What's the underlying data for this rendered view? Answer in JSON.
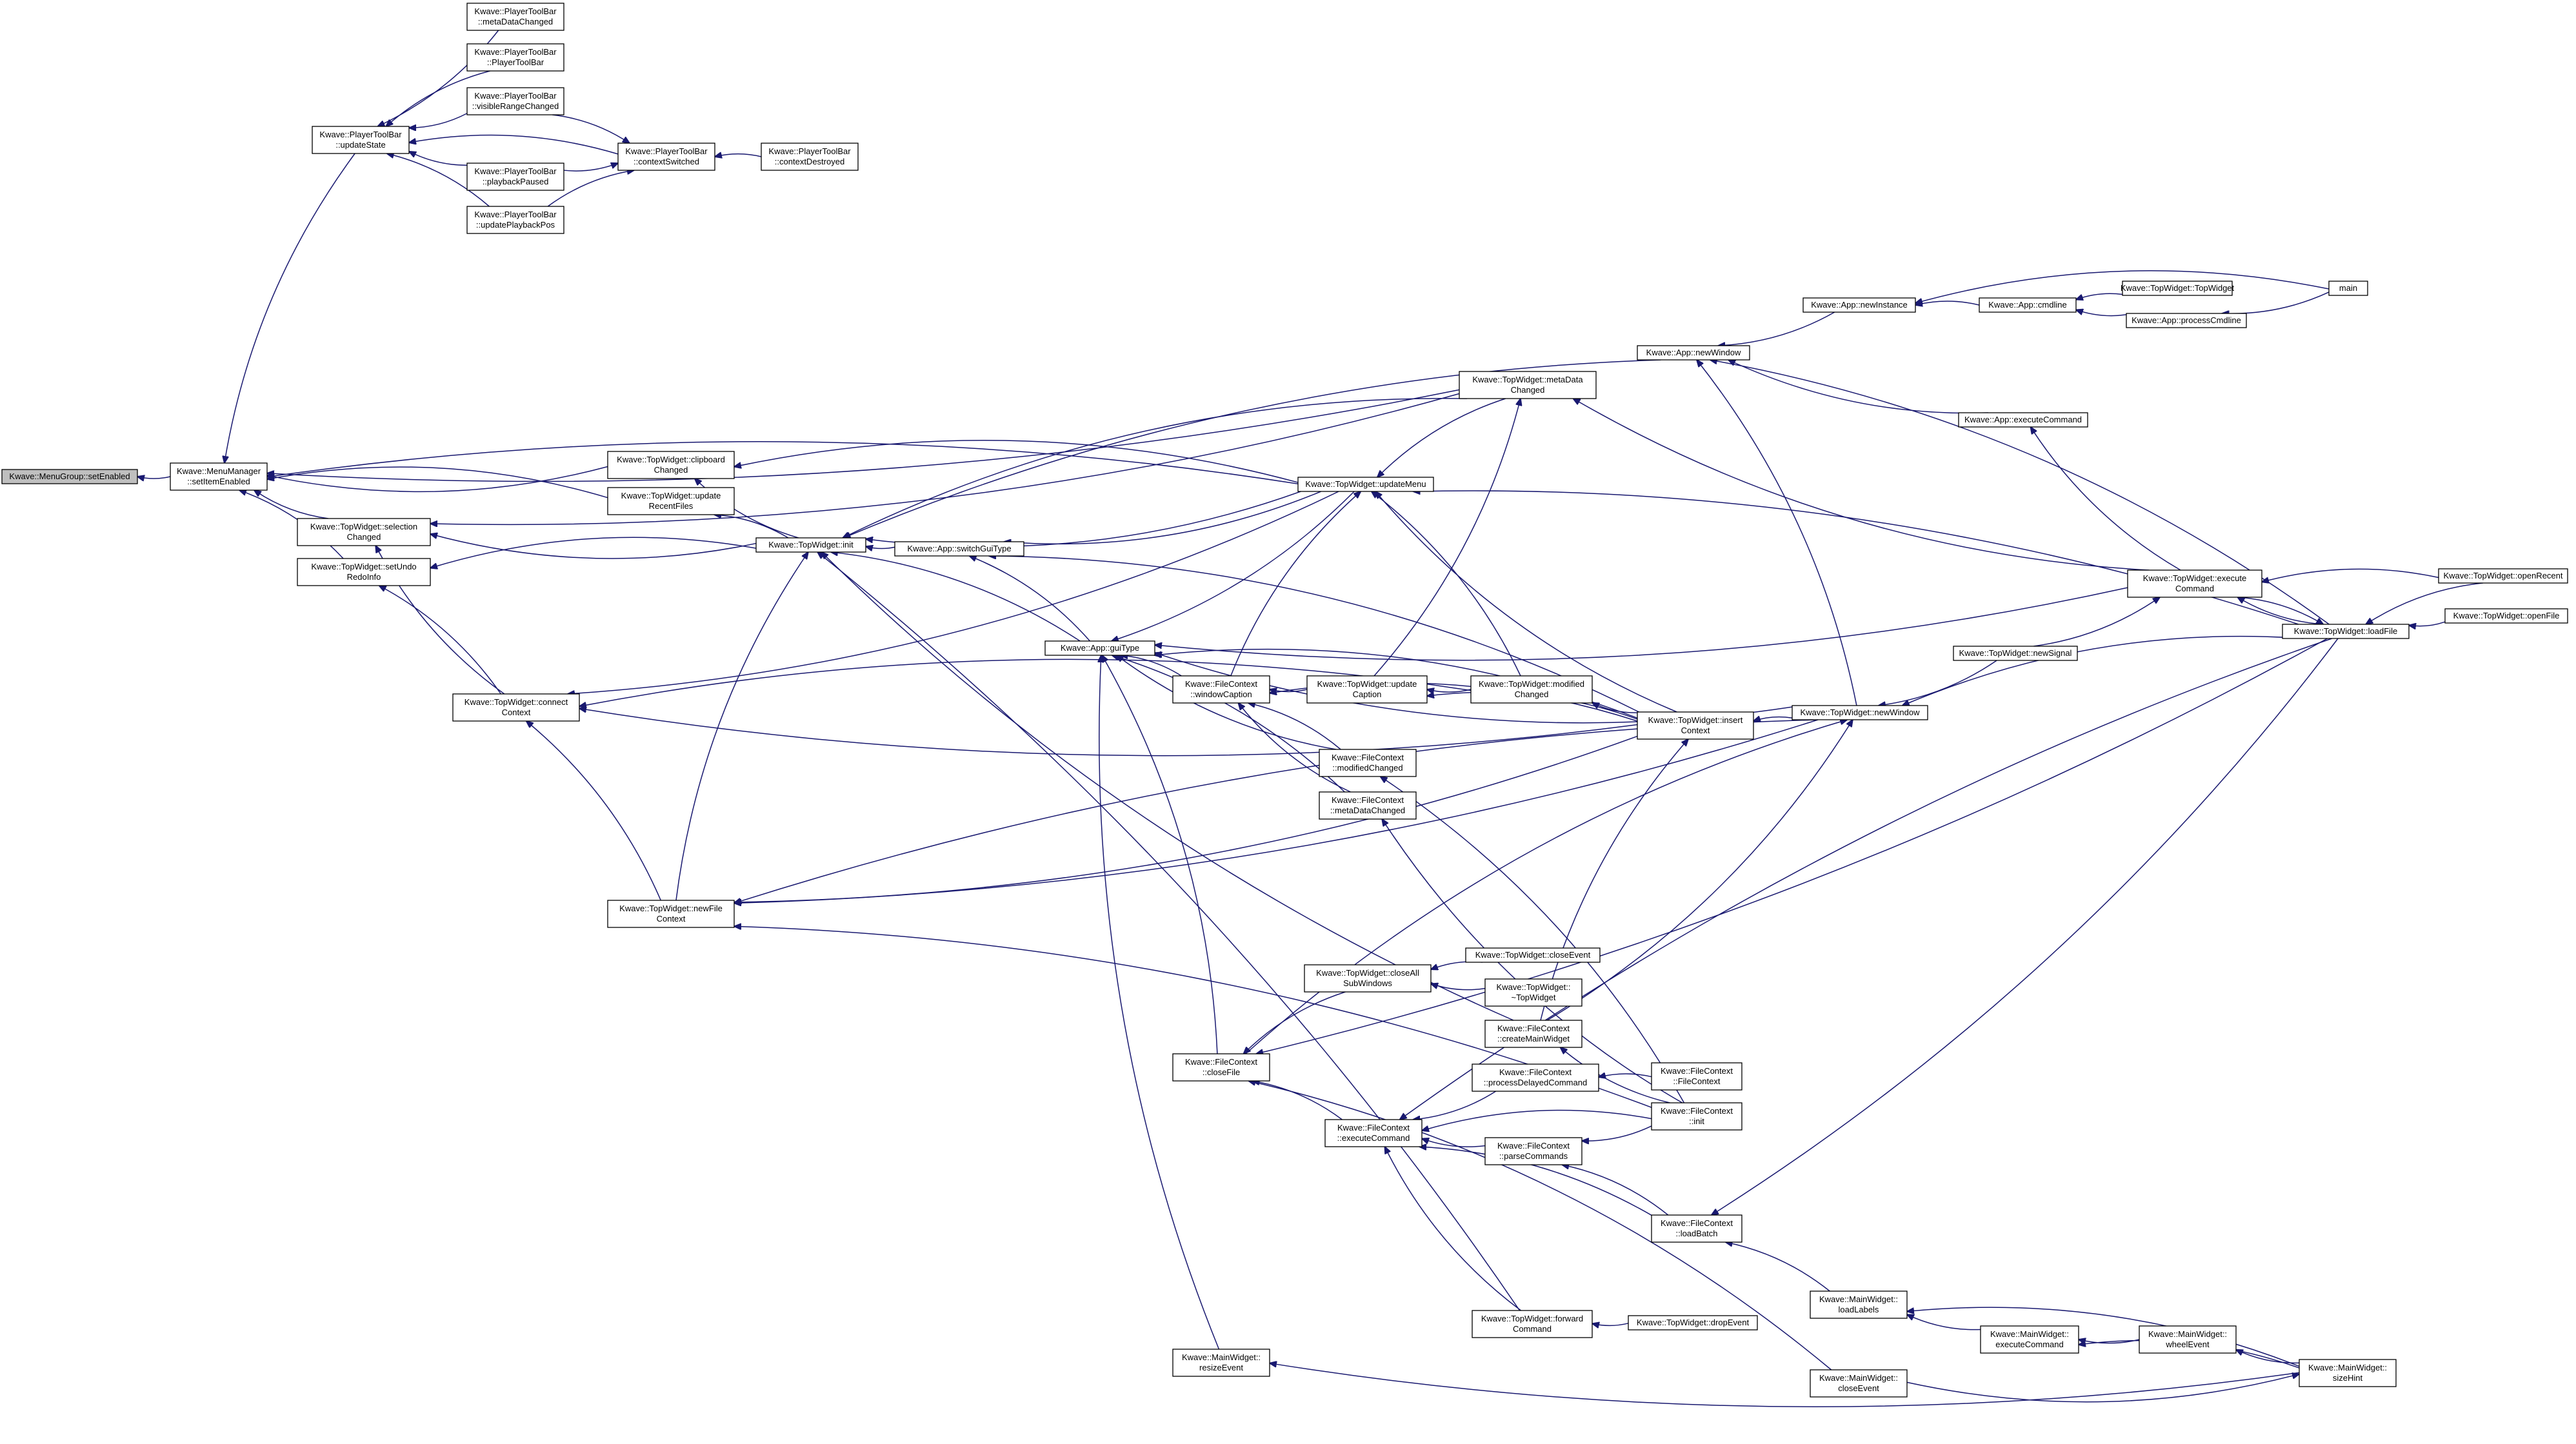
{
  "colors": {
    "edge": "#191970",
    "node_fill": "#ffffff",
    "root_fill": "#bfbfbf",
    "node_stroke": "#000000",
    "text": "#000000"
  },
  "nodes": [
    {
      "id": "n0",
      "lines": [
        "Kwave::MenuGroup::setEnabled"
      ],
      "root": true
    },
    {
      "id": "n1",
      "lines": [
        "Kwave::MenuManager",
        "::setItemEnabled"
      ]
    },
    {
      "id": "n2",
      "lines": [
        "Kwave::PlayerToolBar",
        "::updateState"
      ]
    },
    {
      "id": "n3",
      "lines": [
        "Kwave::PlayerToolBar",
        "::metaDataChanged"
      ]
    },
    {
      "id": "n4",
      "lines": [
        "Kwave::PlayerToolBar",
        "::PlayerToolBar"
      ]
    },
    {
      "id": "n5",
      "lines": [
        "Kwave::PlayerToolBar",
        "::visibleRangeChanged"
      ]
    },
    {
      "id": "n6",
      "lines": [
        "Kwave::PlayerToolBar",
        "::contextSwitched"
      ]
    },
    {
      "id": "n7",
      "lines": [
        "Kwave::PlayerToolBar",
        "::contextDestroyed"
      ]
    },
    {
      "id": "n8",
      "lines": [
        "Kwave::PlayerToolBar",
        "::playbackPaused"
      ]
    },
    {
      "id": "n9",
      "lines": [
        "Kwave::PlayerToolBar",
        "::updatePlaybackPos"
      ]
    },
    {
      "id": "n10",
      "lines": [
        "Kwave::TopWidget::clipboard",
        "Changed"
      ]
    },
    {
      "id": "n11",
      "lines": [
        "Kwave::TopWidget::update",
        "RecentFiles"
      ]
    },
    {
      "id": "n12",
      "lines": [
        "Kwave::TopWidget::selection",
        "Changed"
      ]
    },
    {
      "id": "n13",
      "lines": [
        "Kwave::TopWidget::setUndo",
        "RedoInfo"
      ]
    },
    {
      "id": "n14",
      "lines": [
        "Kwave::TopWidget::init"
      ]
    },
    {
      "id": "n15",
      "lines": [
        "Kwave::App::switchGuiType"
      ]
    },
    {
      "id": "n16",
      "lines": [
        "Kwave::TopWidget::connect",
        "Context"
      ]
    },
    {
      "id": "n17",
      "lines": [
        "Kwave::TopWidget::newFile",
        "Context"
      ]
    },
    {
      "id": "n18",
      "lines": [
        "Kwave::App::guiType"
      ]
    },
    {
      "id": "n19",
      "lines": [
        "Kwave::TopWidget::metaData",
        "Changed"
      ]
    },
    {
      "id": "n20",
      "lines": [
        "Kwave::TopWidget::updateMenu"
      ]
    },
    {
      "id": "n21",
      "lines": [
        "Kwave::FileContext",
        "::windowCaption"
      ]
    },
    {
      "id": "n22",
      "lines": [
        "Kwave::TopWidget::update",
        "Caption"
      ]
    },
    {
      "id": "n23",
      "lines": [
        "Kwave::TopWidget::modified",
        "Changed"
      ]
    },
    {
      "id": "n24",
      "lines": [
        "Kwave::FileContext",
        "::modifiedChanged"
      ]
    },
    {
      "id": "n25",
      "lines": [
        "Kwave::FileContext",
        "::metaDataChanged"
      ]
    },
    {
      "id": "n26",
      "lines": [
        "Kwave::App::newInstance"
      ]
    },
    {
      "id": "n27",
      "lines": [
        "Kwave::App::cmdline"
      ]
    },
    {
      "id": "n28",
      "lines": [
        "Kwave::TopWidget::TopWidget"
      ]
    },
    {
      "id": "n29",
      "lines": [
        "main"
      ]
    },
    {
      "id": "n30",
      "lines": [
        "Kwave::App::processCmdline"
      ]
    },
    {
      "id": "n31",
      "lines": [
        "Kwave::App::newWindow"
      ]
    },
    {
      "id": "n32",
      "lines": [
        "Kwave::App::executeCommand"
      ]
    },
    {
      "id": "n33",
      "lines": [
        "Kwave::TopWidget::execute",
        "Command"
      ]
    },
    {
      "id": "n34",
      "lines": [
        "Kwave::TopWidget::openRecent"
      ]
    },
    {
      "id": "n35",
      "lines": [
        "Kwave::TopWidget::loadFile"
      ]
    },
    {
      "id": "n36",
      "lines": [
        "Kwave::TopWidget::openFile"
      ]
    },
    {
      "id": "n37",
      "lines": [
        "Kwave::TopWidget::newSignal"
      ]
    },
    {
      "id": "n38",
      "lines": [
        "Kwave::TopWidget::newWindow"
      ]
    },
    {
      "id": "n39",
      "lines": [
        "Kwave::TopWidget::insert",
        "Context"
      ]
    },
    {
      "id": "n40",
      "lines": [
        "Kwave::TopWidget::closeAll",
        "SubWindows"
      ]
    },
    {
      "id": "n41",
      "lines": [
        "Kwave::TopWidget::closeEvent"
      ]
    },
    {
      "id": "n42",
      "lines": [
        "Kwave::TopWidget::",
        "~TopWidget"
      ]
    },
    {
      "id": "n43",
      "lines": [
        "Kwave::FileContext",
        "::createMainWidget"
      ]
    },
    {
      "id": "n44",
      "lines": [
        "Kwave::FileContext",
        "::closeFile"
      ]
    },
    {
      "id": "n45",
      "lines": [
        "Kwave::FileContext",
        "::processDelayedCommand"
      ]
    },
    {
      "id": "n46",
      "lines": [
        "Kwave::FileContext",
        "::FileContext"
      ]
    },
    {
      "id": "n47",
      "lines": [
        "Kwave::FileContext",
        "::executeCommand"
      ]
    },
    {
      "id": "n48",
      "lines": [
        "Kwave::FileContext",
        "::init"
      ]
    },
    {
      "id": "n49",
      "lines": [
        "Kwave::FileContext",
        "::parseCommands"
      ]
    },
    {
      "id": "n50",
      "lines": [
        "Kwave::FileContext",
        "::loadBatch"
      ]
    },
    {
      "id": "n51",
      "lines": [
        "Kwave::MainWidget::",
        "loadLabels"
      ]
    },
    {
      "id": "n52",
      "lines": [
        "Kwave::MainWidget::",
        "executeCommand"
      ]
    },
    {
      "id": "n53",
      "lines": [
        "Kwave::MainWidget::",
        "wheelEvent"
      ]
    },
    {
      "id": "n54",
      "lines": [
        "Kwave::MainWidget::",
        "sizeHint"
      ]
    },
    {
      "id": "n55",
      "lines": [
        "Kwave::TopWidget::forward",
        "Command"
      ]
    },
    {
      "id": "n56",
      "lines": [
        "Kwave::TopWidget::dropEvent"
      ]
    },
    {
      "id": "n57",
      "lines": [
        "Kwave::MainWidget::",
        "resizeEvent"
      ]
    },
    {
      "id": "n58",
      "lines": [
        "Kwave::MainWidget::",
        "closeEvent"
      ]
    }
  ],
  "edges": [
    {
      "from": "n1",
      "to": "n0"
    },
    {
      "from": "n2",
      "to": "n1"
    },
    {
      "from": "n3",
      "to": "n2"
    },
    {
      "from": "n4",
      "to": "n2"
    },
    {
      "from": "n5",
      "to": "n2"
    },
    {
      "from": "n6",
      "to": "n2"
    },
    {
      "from": "n8",
      "to": "n2"
    },
    {
      "from": "n9",
      "to": "n2"
    },
    {
      "from": "n5",
      "to": "n6"
    },
    {
      "from": "n8",
      "to": "n6"
    },
    {
      "from": "n9",
      "to": "n6"
    },
    {
      "from": "n7",
      "to": "n6"
    },
    {
      "from": "n10",
      "to": "n1"
    },
    {
      "from": "n11",
      "to": "n1"
    },
    {
      "from": "n12",
      "to": "n1"
    },
    {
      "from": "n13",
      "to": "n1"
    },
    {
      "from": "n19",
      "to": "n1"
    },
    {
      "from": "n20",
      "to": "n1"
    },
    {
      "from": "n14",
      "to": "n10"
    },
    {
      "from": "n14",
      "to": "n11"
    },
    {
      "from": "n14",
      "to": "n12"
    },
    {
      "from": "n14",
      "to": "n13"
    },
    {
      "from": "n16",
      "to": "n12"
    },
    {
      "from": "n16",
      "to": "n13"
    },
    {
      "from": "n19",
      "to": "n12"
    },
    {
      "from": "n20",
      "to": "n10"
    },
    {
      "from": "n20",
      "to": "n14"
    },
    {
      "from": "n19",
      "to": "n14"
    },
    {
      "from": "n15",
      "to": "n14"
    },
    {
      "from": "n18",
      "to": "n14"
    },
    {
      "from": "n17",
      "to": "n14"
    },
    {
      "from": "n31",
      "to": "n14"
    },
    {
      "from": "n39",
      "to": "n16"
    },
    {
      "from": "n23",
      "to": "n16"
    },
    {
      "from": "n20",
      "to": "n16"
    },
    {
      "from": "n17",
      "to": "n16"
    },
    {
      "from": "n39",
      "to": "n17"
    },
    {
      "from": "n48",
      "to": "n17"
    },
    {
      "from": "n38",
      "to": "n17"
    },
    {
      "from": "n18",
      "to": "n15"
    },
    {
      "from": "n20",
      "to": "n15"
    },
    {
      "from": "n39",
      "to": "n15"
    },
    {
      "from": "n20",
      "to": "n18"
    },
    {
      "from": "n21",
      "to": "n18"
    },
    {
      "from": "n24",
      "to": "n18"
    },
    {
      "from": "n25",
      "to": "n18"
    },
    {
      "from": "n33",
      "to": "n18"
    },
    {
      "from": "n39",
      "to": "n18"
    },
    {
      "from": "n38",
      "to": "n18"
    },
    {
      "from": "n44",
      "to": "n18"
    },
    {
      "from": "n57",
      "to": "n18"
    },
    {
      "from": "n19",
      "to": "n20"
    },
    {
      "from": "n21",
      "to": "n20"
    },
    {
      "from": "n23",
      "to": "n20"
    },
    {
      "from": "n39",
      "to": "n20"
    },
    {
      "from": "n35",
      "to": "n20"
    },
    {
      "from": "n33",
      "to": "n19"
    },
    {
      "from": "n22",
      "to": "n19"
    },
    {
      "from": "n22",
      "to": "n21"
    },
    {
      "from": "n24",
      "to": "n21"
    },
    {
      "from": "n25",
      "to": "n21"
    },
    {
      "from": "n39",
      "to": "n21"
    },
    {
      "from": "n23",
      "to": "n22"
    },
    {
      "from": "n39",
      "to": "n22"
    },
    {
      "from": "n39",
      "to": "n23"
    },
    {
      "from": "n48",
      "to": "n24"
    },
    {
      "from": "n48",
      "to": "n25"
    },
    {
      "from": "n27",
      "to": "n26"
    },
    {
      "from": "n26",
      "to": "n31"
    },
    {
      "from": "n28",
      "to": "n27"
    },
    {
      "from": "n30",
      "to": "n27"
    },
    {
      "from": "n29",
      "to": "n26"
    },
    {
      "from": "n29",
      "to": "n30"
    },
    {
      "from": "n35",
      "to": "n31"
    },
    {
      "from": "n32",
      "to": "n31"
    },
    {
      "from": "n38",
      "to": "n31"
    },
    {
      "from": "n33",
      "to": "n32"
    },
    {
      "from": "n34",
      "to": "n33"
    },
    {
      "from": "n35",
      "to": "n33"
    },
    {
      "from": "n37",
      "to": "n33"
    },
    {
      "from": "n33",
      "to": "n35"
    },
    {
      "from": "n34",
      "to": "n35"
    },
    {
      "from": "n36",
      "to": "n35"
    },
    {
      "from": "n38",
      "to": "n39"
    },
    {
      "from": "n37",
      "to": "n38"
    },
    {
      "from": "n35",
      "to": "n38"
    },
    {
      "from": "n43",
      "to": "n39"
    },
    {
      "from": "n41",
      "to": "n40"
    },
    {
      "from": "n42",
      "to": "n40"
    },
    {
      "from": "n40",
      "to": "n44"
    },
    {
      "from": "n43",
      "to": "n14"
    },
    {
      "from": "n43",
      "to": "n38"
    },
    {
      "from": "n48",
      "to": "n43"
    },
    {
      "from": "n47",
      "to": "n44"
    },
    {
      "from": "n35",
      "to": "n44"
    },
    {
      "from": "n58",
      "to": "n44"
    },
    {
      "from": "n44",
      "to": "n38"
    },
    {
      "from": "n46",
      "to": "n45"
    },
    {
      "from": "n45",
      "to": "n47"
    },
    {
      "from": "n48",
      "to": "n47"
    },
    {
      "from": "n49",
      "to": "n47"
    },
    {
      "from": "n50",
      "to": "n47"
    },
    {
      "from": "n55",
      "to": "n47"
    },
    {
      "from": "n35",
      "to": "n47"
    },
    {
      "from": "n48",
      "to": "n49"
    },
    {
      "from": "n50",
      "to": "n49"
    },
    {
      "from": "n35",
      "to": "n50"
    },
    {
      "from": "n51",
      "to": "n50"
    },
    {
      "from": "n52",
      "to": "n51"
    },
    {
      "from": "n54",
      "to": "n51"
    },
    {
      "from": "n53",
      "to": "n52"
    },
    {
      "from": "n54",
      "to": "n52"
    },
    {
      "from": "n54",
      "to": "n53"
    },
    {
      "from": "n55",
      "to": "n14"
    },
    {
      "from": "n56",
      "to": "n55"
    },
    {
      "from": "n58",
      "to": "n54"
    },
    {
      "from": "n54",
      "to": "n57"
    },
    {
      "from": "n38",
      "to": "n17"
    }
  ]
}
